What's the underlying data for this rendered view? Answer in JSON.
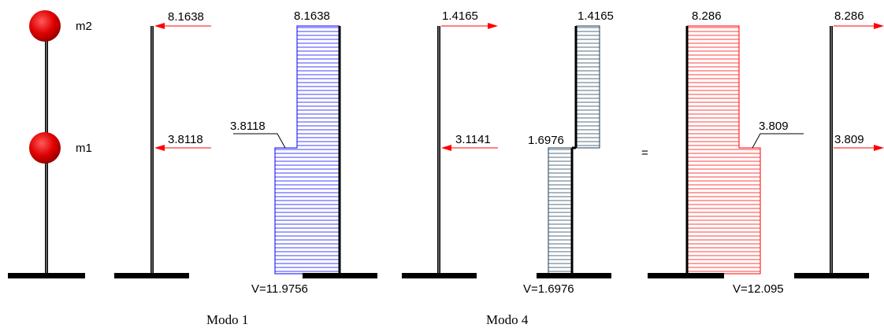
{
  "model": {
    "mass_top_label": "m2",
    "mass_bottom_label": "m1"
  },
  "mode1": {
    "force_top": "8.1638",
    "force_bottom": "3.8118",
    "shear_top": "8.1638",
    "shear_bottom_annot": "3.8118",
    "base_shear": "V=11.9756",
    "caption": "Modo 1",
    "shear_values": {
      "upper": 8.1638,
      "lower": 11.9756
    },
    "color": "#0000ff"
  },
  "mode4": {
    "force_top": "1.4165",
    "force_bottom": "3.1141",
    "shear_top": "1.4165",
    "shear_bottom_annot": "1.6976",
    "base_shear": "V=1.6976",
    "caption": "Modo 4",
    "shear_values": {
      "upper": 1.4165,
      "lower": -1.6976
    },
    "color": "#1e3d55"
  },
  "combined": {
    "equals_sign": "=",
    "shear_top": "8.286",
    "shear_bottom_annot": "3.809",
    "base_shear": "V=12.095",
    "force_top": "8.286",
    "force_bottom": "3.809",
    "shear_values": {
      "upper": 8.286,
      "lower": 12.095
    },
    "color": "#ff0000"
  },
  "arrow_color": "#ff0000",
  "mass_color": "#e00000"
}
